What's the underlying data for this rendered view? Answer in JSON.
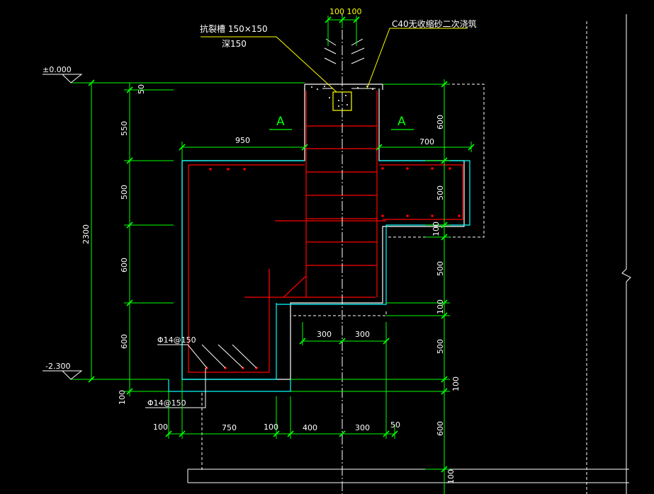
{
  "colors": {
    "background": "#000000",
    "dimension": "#00ff00",
    "outline": "#ffffff",
    "waterproof": "#00ffff",
    "rebar": "#ff0000",
    "leader": "#ffff00",
    "hidden": "#ffffff"
  },
  "annotations": {
    "waterstop_title": "抗裂槽 150×150",
    "waterstop_depth": "深150",
    "grout": "C40无收缩砂二次浇筑",
    "elev_top": "±0.000",
    "elev_bottom": "-2.300",
    "rebar_1": "Φ14@150",
    "rebar_2": "Φ14@150",
    "section_left": "A",
    "section_right": "A"
  },
  "dims": {
    "top_pair": "100 100",
    "left_50": "50",
    "left_550": "550",
    "left_500": "500",
    "left_600a": "600",
    "left_600b": "600",
    "left_100": "100",
    "total_2300": "2300",
    "h_950": "950",
    "h_700": "700",
    "h_300a": "300",
    "h_300b": "300",
    "b_100a": "100",
    "b_750": "750",
    "b_100b": "100",
    "b_400": "400",
    "b_300": "300",
    "b_50": "50",
    "r_600a": "600",
    "r_500a": "500",
    "r_100a": "100",
    "r_500b": "500",
    "r_100b": "100",
    "r_500c": "500",
    "r_100c": "100",
    "r_600b": "600",
    "r_100d": "100"
  }
}
